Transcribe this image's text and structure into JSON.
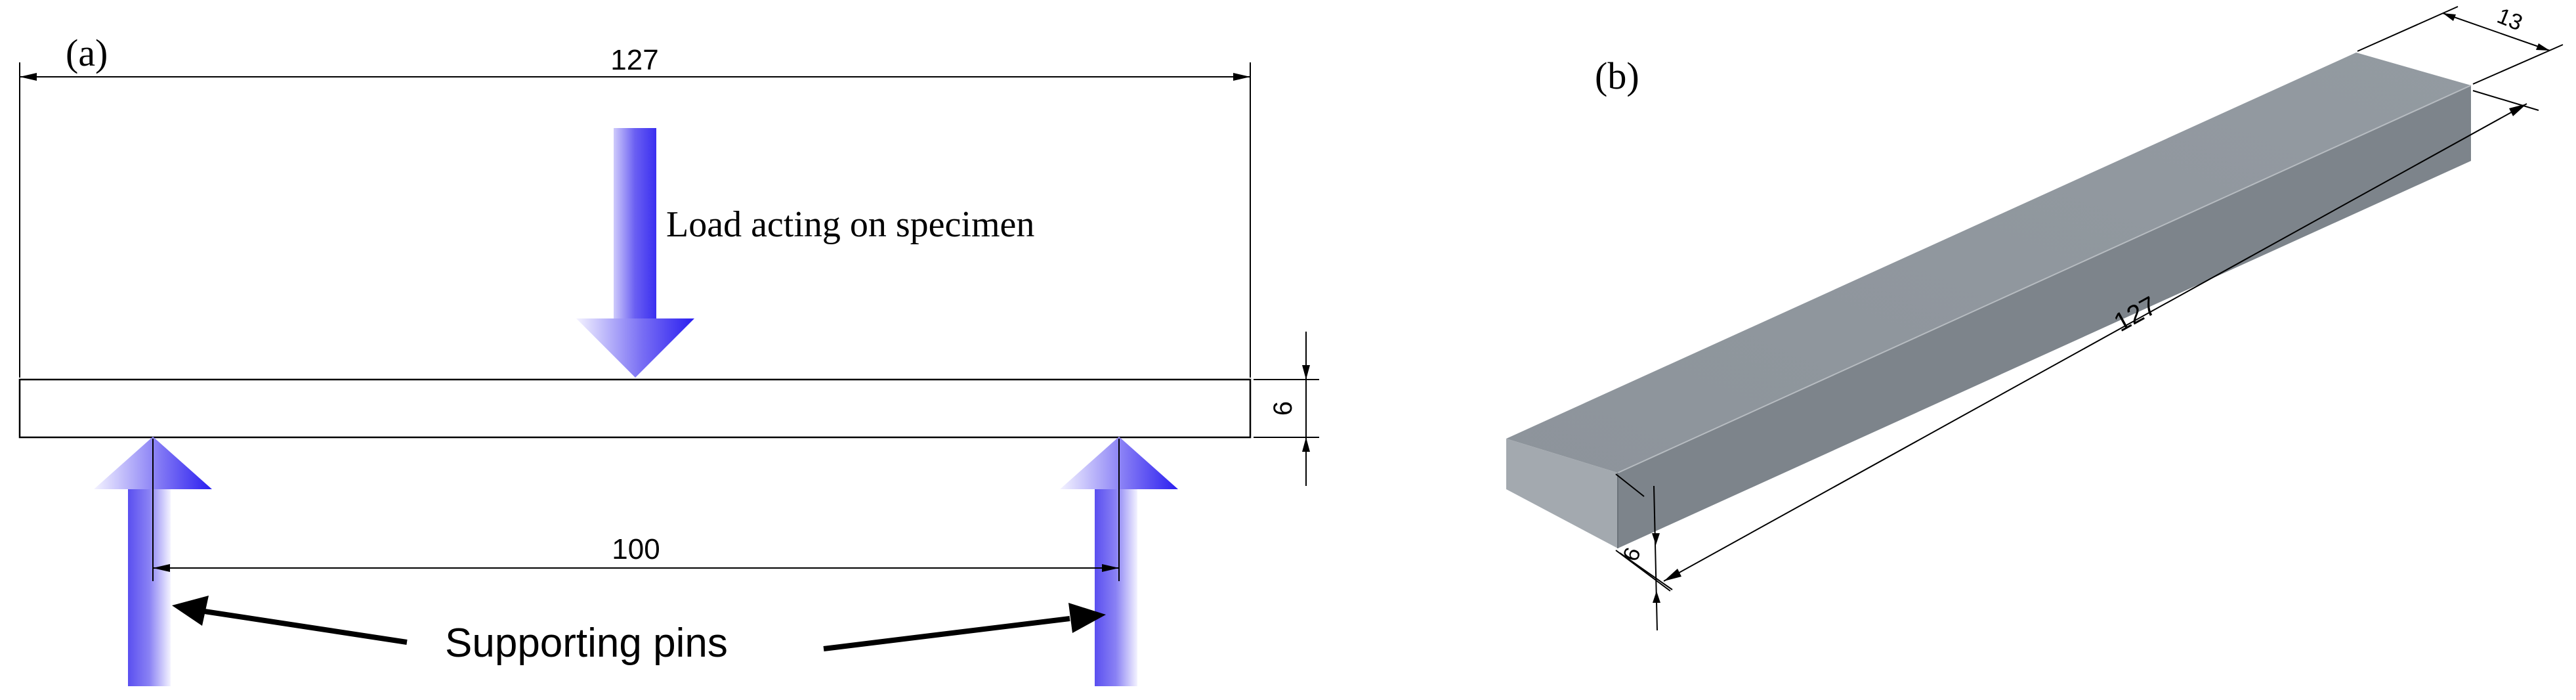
{
  "panel_a": {
    "label": "(a)",
    "dim_length": "127",
    "dim_thickness": "6",
    "dim_span": "100",
    "load_label": "Load acting on specimen",
    "support_label": "Supporting pins"
  },
  "panel_b": {
    "label": "(b)",
    "dim_width": "13",
    "dim_length": "127",
    "dim_thickness": "6"
  },
  "colors": {
    "arrow_dark": "#2a1ef0",
    "arrow_light": "#f0efff",
    "bar_top": "#8f969d",
    "bar_front": "#7b8289",
    "bar_side": "#a5abb1",
    "line": "#000000"
  }
}
